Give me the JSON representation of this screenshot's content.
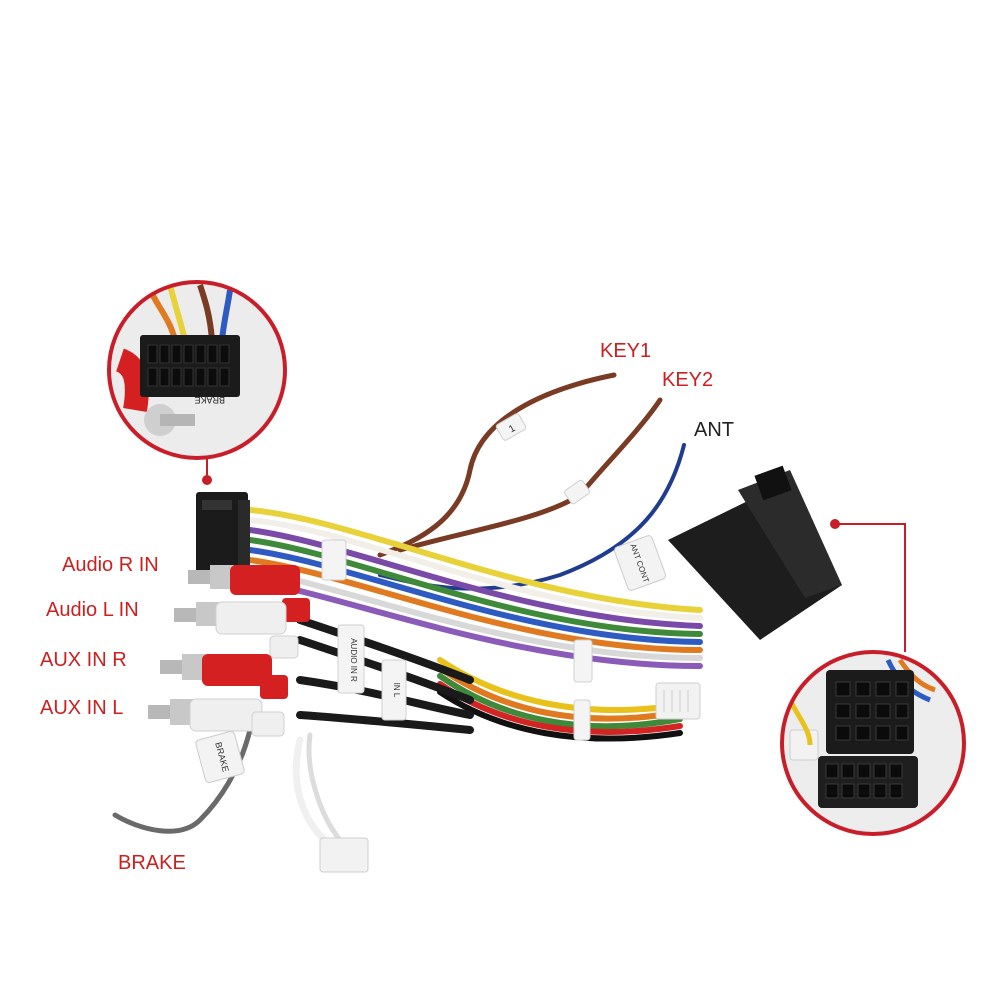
{
  "labels": {
    "key1": "KEY1",
    "key2": "KEY2",
    "ant": "ANT",
    "audio_r_in": "Audio R IN",
    "audio_l_in": "Audio L IN",
    "aux_in_r": "AUX IN R",
    "aux_in_l": "AUX IN L",
    "brake": "BRAKE"
  },
  "tags": {
    "connector_brake": "BRAKE",
    "key1_tag": "1",
    "ant_tag": "ANT CONT",
    "audio_tag": "AUDIO IN R",
    "audio_tag2": "IN L",
    "brake_tag": "BRAKE"
  },
  "colors": {
    "label_red": "#cc1f1f",
    "label_dark": "#222222",
    "zoom_border": "#c81e2a",
    "brown_wire": "#7a3b24",
    "blue_wire": "#1f3c8f",
    "rca_red": "#d42020",
    "rca_white": "#f2f2f2",
    "connector_black": "#1b1b1b"
  }
}
